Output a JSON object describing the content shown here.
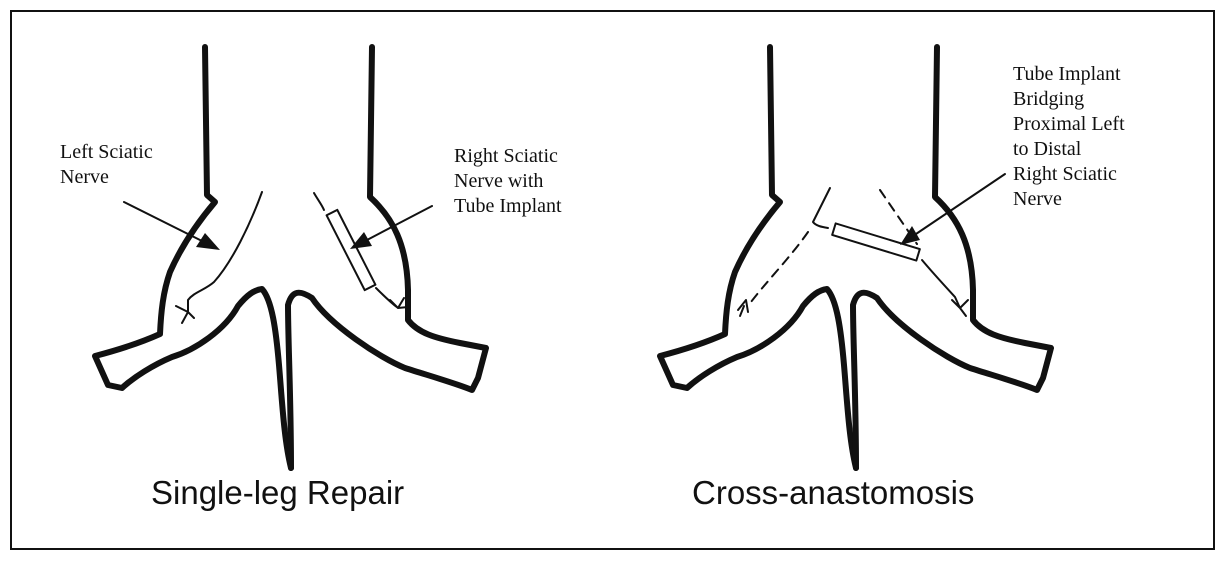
{
  "panels": {
    "single_leg": {
      "caption": "Single-leg Repair",
      "label_left_nerve": "Left Sciatic\nNerve",
      "label_right_nerve": "Right Sciatic\nNerve with\nTube Implant"
    },
    "cross": {
      "caption": "Cross-anastomosis",
      "label_tube": "Tube Implant\nBridging\nProximal Left\nto Distal\nRight Sciatic\nNerve"
    }
  },
  "colors": {
    "ink": "#111111",
    "paper": "#ffffff"
  }
}
